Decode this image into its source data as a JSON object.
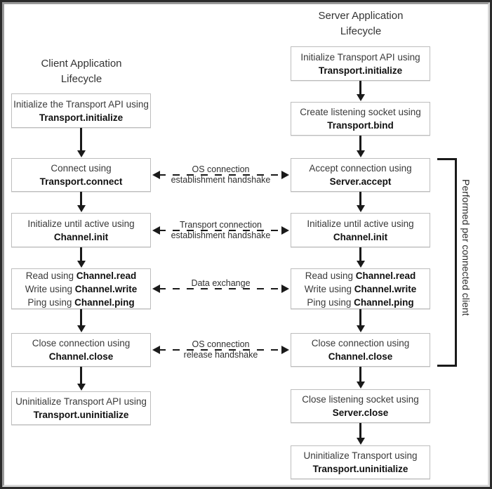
{
  "diagram": {
    "title_client": "Client Application\nLifecycle",
    "title_server": "Server Application\nLifecycle",
    "bracket_label": "Performed per connected client",
    "client_steps": [
      {
        "line1": "Initialize the Transport API using",
        "api": "Transport.initialize"
      },
      {
        "line1": "Connect using",
        "api": "Transport.connect"
      },
      {
        "line1": "Initialize until active using",
        "api": "Channel.init"
      },
      {
        "m1a": "Read using ",
        "m1b": "Channel.read",
        "m2a": "Write using ",
        "m2b": "Channel.write",
        "m3a": "Ping using ",
        "m3b": "Channel.ping"
      },
      {
        "line1": "Close connection using",
        "api": "Channel.close"
      },
      {
        "line1": "Uninitialize Transport API using",
        "api": "Transport.uninitialize"
      }
    ],
    "server_steps": [
      {
        "line1": "Initialize Transport API using",
        "api": "Transport.initialize"
      },
      {
        "line1": "Create listening socket using",
        "api": "Transport.bind"
      },
      {
        "line1": "Accept connection using",
        "api": "Server.accept"
      },
      {
        "line1": "Initialize until active using",
        "api": "Channel.init"
      },
      {
        "m1a": "Read using ",
        "m1b": "Channel.read",
        "m2a": "Write using ",
        "m2b": "Channel.write",
        "m3a": "Ping using ",
        "m3b": "Channel.ping"
      },
      {
        "line1": "Close connection using",
        "api": "Channel.close"
      },
      {
        "line1": "Close listening socket using",
        "api": "Server.close"
      },
      {
        "line1": "Uninitialize Transport using",
        "api": "Transport.uninitialize"
      }
    ],
    "exchanges": [
      "OS connection\nestablishment handshake",
      "Transport connection\nestablishment handshake",
      "Data exchange",
      "OS connection\nrelease handshake"
    ],
    "colors": {
      "frame": "#2b2b2b",
      "box_border": "#bdbdbd",
      "arrow": "#1a1a1a",
      "text": "#3a3a3a",
      "api_text": "#101010"
    }
  }
}
